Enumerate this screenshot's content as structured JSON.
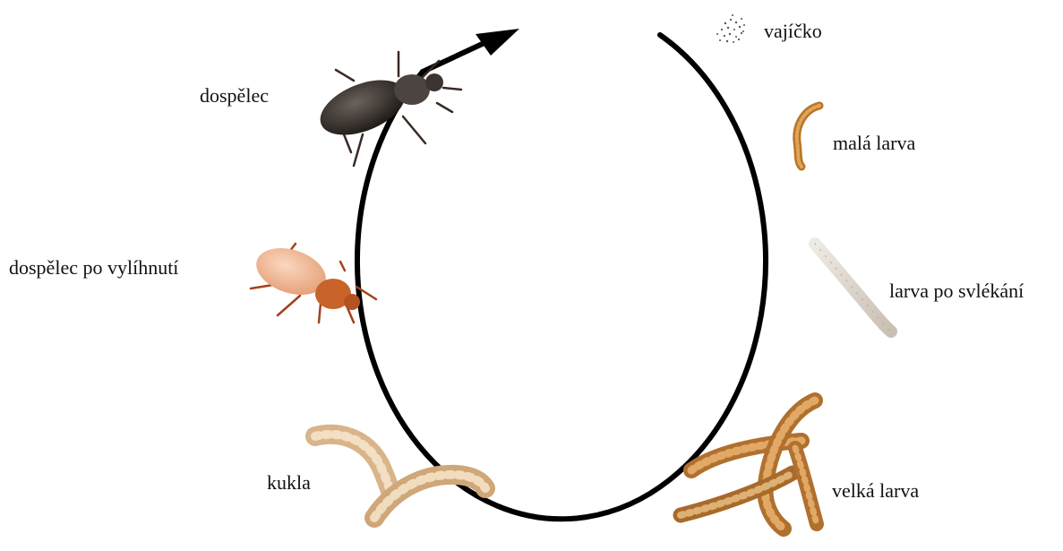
{
  "diagram": {
    "stages": [
      {
        "id": "egg",
        "label": "vajíčko"
      },
      {
        "id": "small-larva",
        "label": "malá larva"
      },
      {
        "id": "molted-larva",
        "label": "larva po svlékání"
      },
      {
        "id": "large-larva",
        "label": "velká larva"
      },
      {
        "id": "pupa",
        "label": "kukla"
      },
      {
        "id": "teneral-adult",
        "label": "dospělec po vylíhnutí"
      },
      {
        "id": "adult",
        "label": "dospělec"
      }
    ],
    "colors": {
      "cycle_line": "#000000",
      "larva": "#c98a3c",
      "larva_light": "#e8bf80",
      "molted_larva": "#d9d2c6",
      "pupa": "#e9c9a0",
      "teneral_body": "#f0b48e",
      "teneral_head": "#c8642a",
      "adult_body": "#2a2420"
    }
  }
}
